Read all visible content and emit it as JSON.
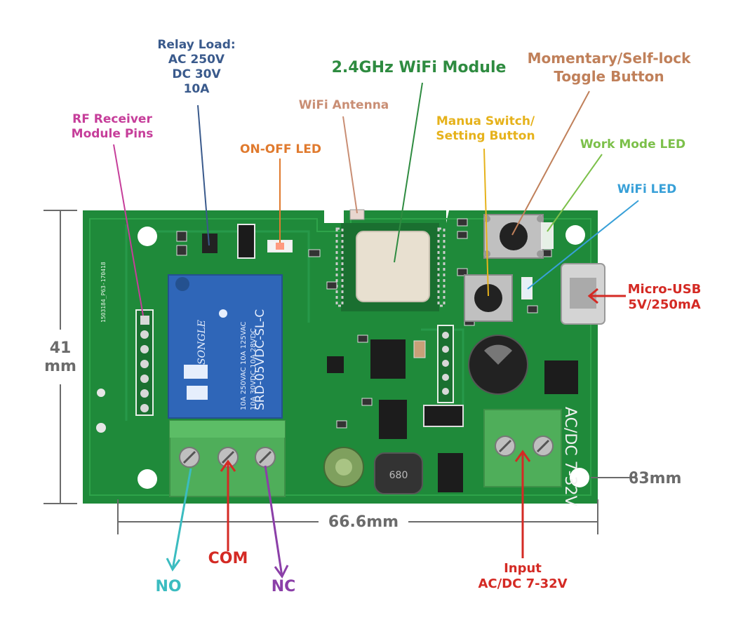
{
  "labels": {
    "relay_load": [
      "Relay Load:",
      "AC 250V",
      "DC 30V",
      "10A"
    ],
    "rf_receiver": [
      "RF Receiver",
      "Module Pins"
    ],
    "on_off_led": "ON-OFF LED",
    "wifi_antenna": "WiFi Antenna",
    "wifi_module": "2.4GHz WiFi Module",
    "manual_switch": [
      "Manua Switch/",
      "Setting Button"
    ],
    "toggle_button": [
      "Momentary/Self-lock",
      "Toggle Button"
    ],
    "work_mode_led": "Work Mode LED",
    "wifi_led": "WiFi LED",
    "micro_usb": [
      "Micro-USB",
      "5V/250mA"
    ],
    "height_dim": [
      "41",
      "mm"
    ],
    "width_dim": "66.6mm",
    "hole_dim": "ϐ3mm",
    "no": "NO",
    "com": "COM",
    "nc": "NC",
    "input": [
      "Input",
      "AC/DC 7-32V"
    ]
  },
  "board_print": {
    "relay_model": "SRD-05VDC-SL-C",
    "relay_brand": "SONGLE",
    "relay_rating_1": "10A 250VAC 10A 125VAC",
    "relay_rating_2": "10A 30VDC 10A 28VDC",
    "pcb_code": "1503184_P63-170418",
    "terminal_mark": "AC/DC 7-32V",
    "inductor_code": "680"
  },
  "colors": {
    "pcb": "#1f8a3a",
    "relay": "#2f66b8",
    "terminal": "#4fae5a"
  }
}
